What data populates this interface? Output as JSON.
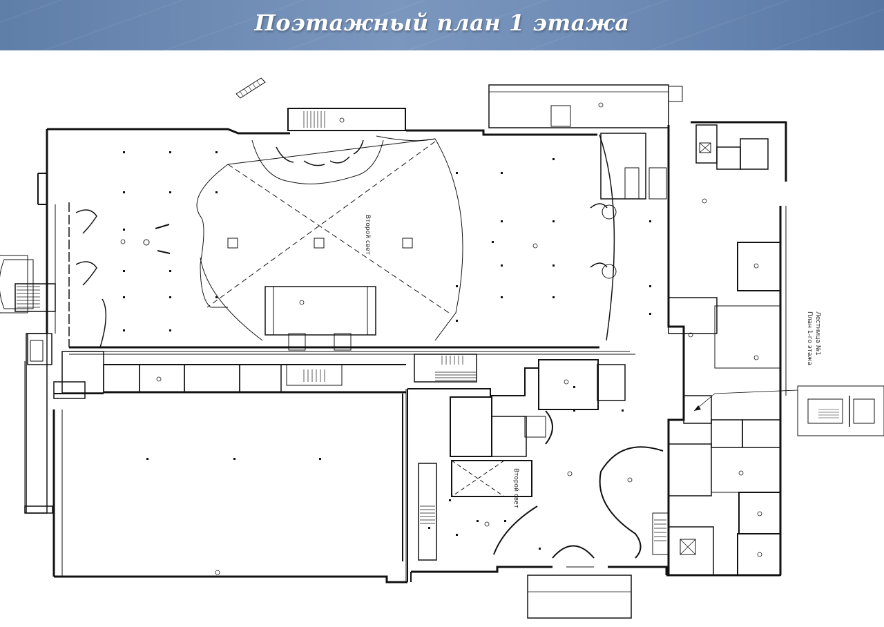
{
  "header": {
    "title": "Поэтажный план 1 этажа"
  },
  "plan": {
    "atrium_label": "Второй свет",
    "atrium_label_2": "Второй свет",
    "side_note_line1": "Лестница №1",
    "side_note_line2": "План 1-го этажа"
  }
}
